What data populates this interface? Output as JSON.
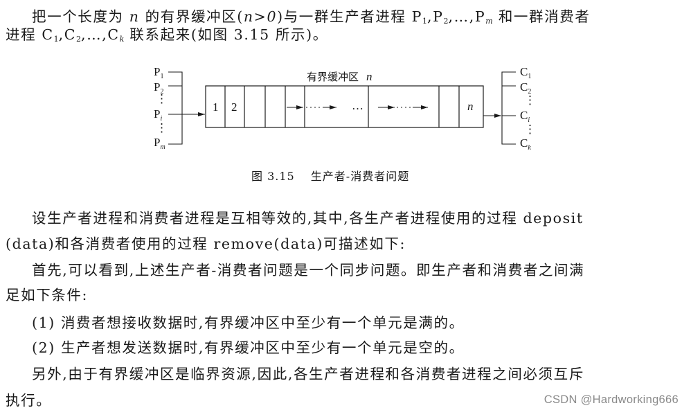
{
  "intro": {
    "line1_prefix": "把一个长度为 ",
    "n": "n",
    "line1_mid": " 的有界缓冲区(",
    "cond": "n>0",
    "line1_after": ")与一群生产者进程 P",
    "p1_sub": "1",
    "sep1": ",P",
    "p2_sub": "2",
    "sep2": ",…,P",
    "pm_sub": "m",
    "line1_end": " 和一群消费者",
    "line2_prefix": "进程 C",
    "c1_sub": "1",
    "csep1": ",C",
    "c2_sub": "2",
    "csep2": ",…,C",
    "ck_sub": "k",
    "line2_end": " 联系起来(如图 3.15 所示)。"
  },
  "figure": {
    "buffer_title": "有界缓冲区",
    "buffer_title_var": "n",
    "cells": [
      "1",
      "2",
      "",
      "",
      "",
      "",
      "…",
      "",
      "",
      "n"
    ],
    "producers": [
      {
        "base": "P",
        "sub": "1"
      },
      {
        "base": "P",
        "sub": "2"
      },
      {
        "base": "P",
        "sub": "i"
      },
      {
        "base": "P",
        "sub": "m"
      }
    ],
    "consumers": [
      {
        "base": "C",
        "sub": "1"
      },
      {
        "base": "C",
        "sub": "2"
      },
      {
        "base": "C",
        "sub": "i"
      },
      {
        "base": "C",
        "sub": "k"
      }
    ],
    "caption": "图 3.15　 生产者-消费者问题"
  },
  "body": {
    "p1_line1": "设生产者进程和消费者进程是互相等效的,其中,各生产者进程使用的过程 deposit",
    "p1_line2": "(data)和各消费者使用的过程 remove(data)可描述如下:",
    "p2_line1": "首先,可以看到,上述生产者-消费者问题是一个同步问题。即生产者和消费者之间满",
    "p2_line2": "足如下条件:",
    "cond1": "(1) 消费者想接收数据时,有界缓冲区中至少有一个单元是满的。",
    "cond2": "(2) 生产者想发送数据时,有界缓冲区中至少有一个单元是空的。",
    "p3_line1": "另外,由于有界缓冲区是临界资源,因此,各生产者进程和各消费者进程之间必须互斥",
    "p3_line2": "执行。"
  },
  "watermark": "CSDN @Hardworking666"
}
